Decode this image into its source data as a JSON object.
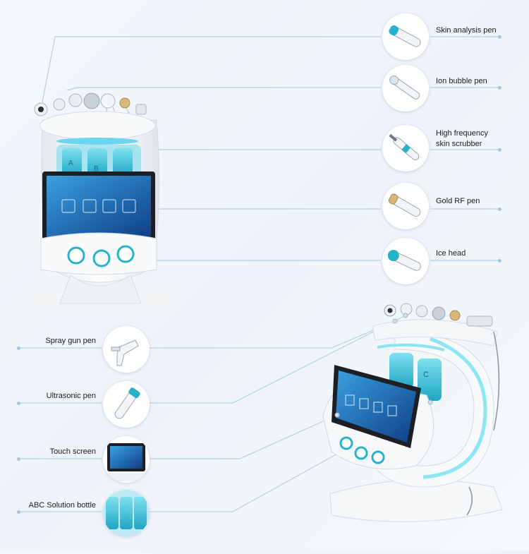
{
  "callouts_right": [
    {
      "id": "skin-analysis-pen",
      "label": "Skin analysis pen"
    },
    {
      "id": "ion-bubble-pen",
      "label": "Ion bubble pen"
    },
    {
      "id": "high-frequency-skin-scrubber",
      "label": "High frequency\nskin scrubber"
    },
    {
      "id": "gold-rf-pen",
      "label": "Gold RF pen"
    },
    {
      "id": "ice-head",
      "label": "Ice head"
    }
  ],
  "callouts_left": [
    {
      "id": "spray-gun-pen",
      "label": "Spray gun pen"
    },
    {
      "id": "ultrasonic-pen",
      "label": "Ultrasonic pen"
    },
    {
      "id": "touch-screen",
      "label": "Touch screen"
    },
    {
      "id": "abc-solution-bottle",
      "label": "ABC Solution bottle"
    }
  ],
  "device": {
    "bottle_letters": [
      "A",
      "B",
      "C"
    ]
  },
  "colors": {
    "accent_cyan": "#26b3c9",
    "guide_line": "#b7cde2",
    "screen_blue": "#1d5fa8",
    "device_white": "#f3f5f7"
  }
}
